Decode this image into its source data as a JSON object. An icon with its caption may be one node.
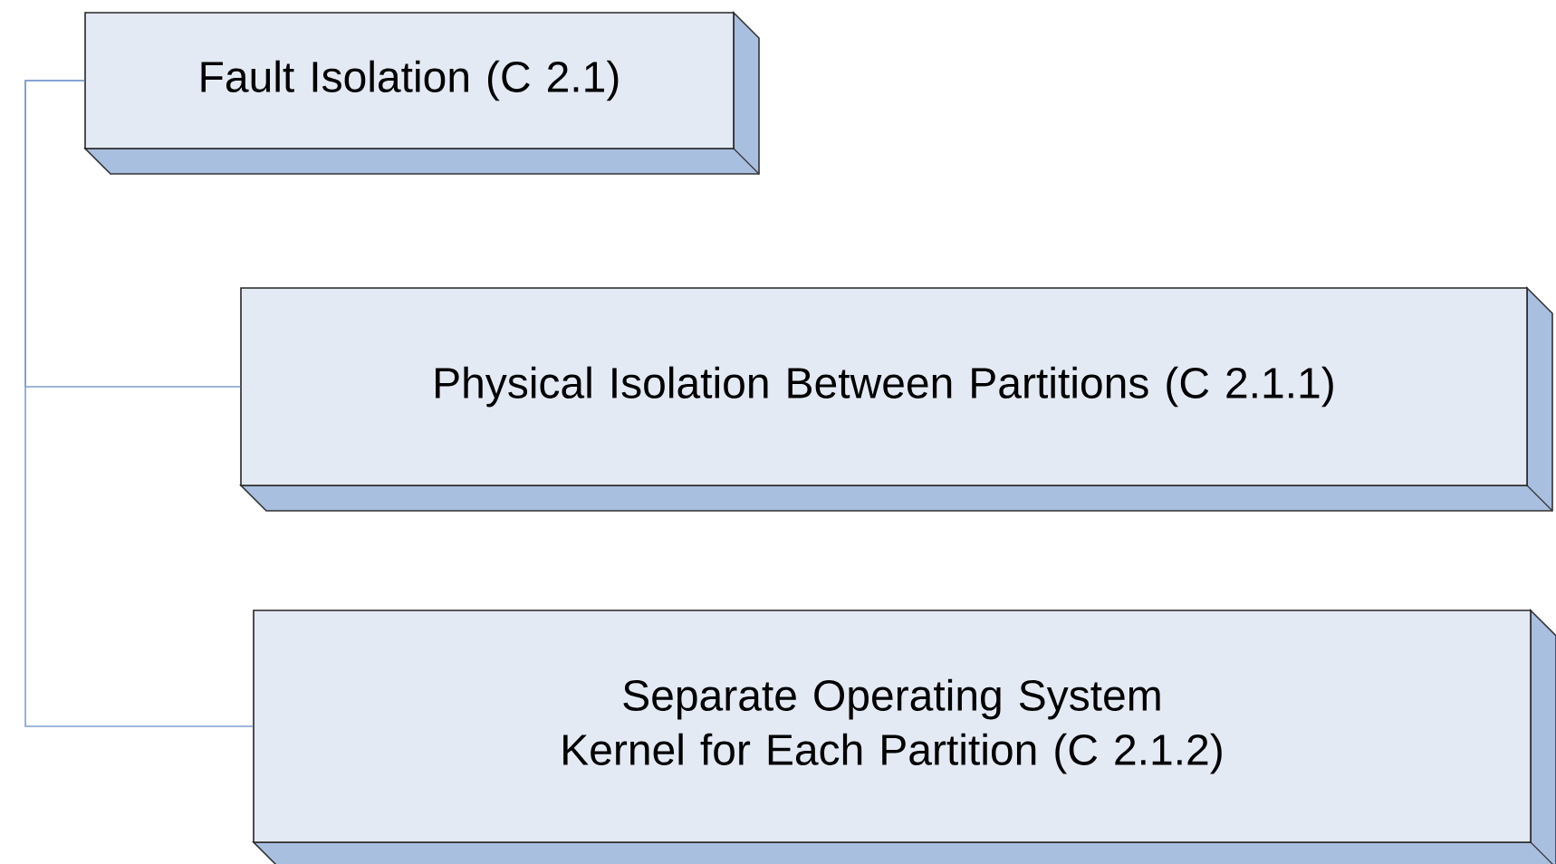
{
  "diagram": {
    "nodes": [
      {
        "text": [
          "Fault Isolation (C 2.1)"
        ]
      },
      {
        "text": [
          "Physical Isolation Between Partitions (C 2.1.1)"
        ]
      },
      {
        "text": [
          "Separate Operating System Kernel for Each Partition (C 2.1.2)"
        ]
      }
    ],
    "edges": [
      {
        "from": 0,
        "to": 1,
        "arrow": "none"
      },
      {
        "from": 0,
        "to": 2,
        "arrow": "none"
      }
    ]
  }
}
